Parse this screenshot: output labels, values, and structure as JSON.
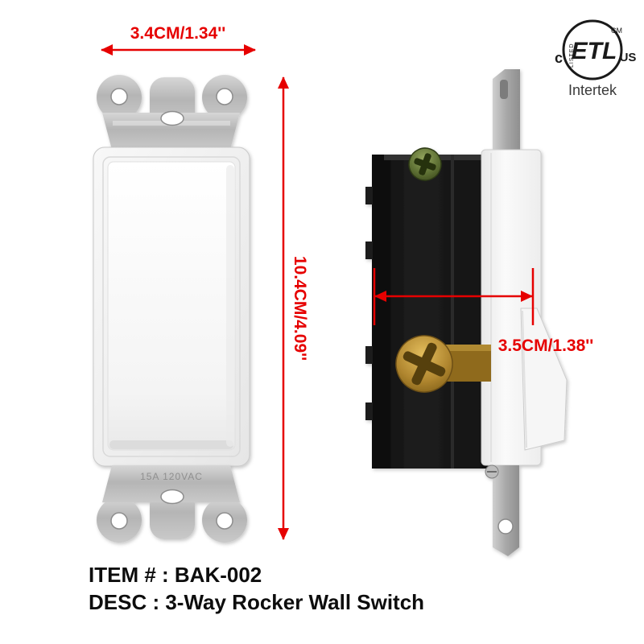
{
  "colors": {
    "annotation_red": "#e60000",
    "metal_gray": "#b9b9b9",
    "body_black": "#161616",
    "brass": "#b58a2e",
    "switch_white": "#f6f6f6"
  },
  "annotations": {
    "front_width": "3.4CM/1.34''",
    "front_height": "10.4CM/4.09''",
    "side_depth": "3.5CM/1.38''"
  },
  "certification": {
    "logo_text": "ETL",
    "listed_text": "LISTED",
    "c_mark": "c",
    "us_mark": "US",
    "cm_mark": "CM",
    "brand": "Intertek"
  },
  "product": {
    "item_line": "ITEM # : BAK-002",
    "desc_line": "DESC : 3-Way Rocker Wall Switch",
    "bracket_stamp": "15A 120VAC"
  }
}
